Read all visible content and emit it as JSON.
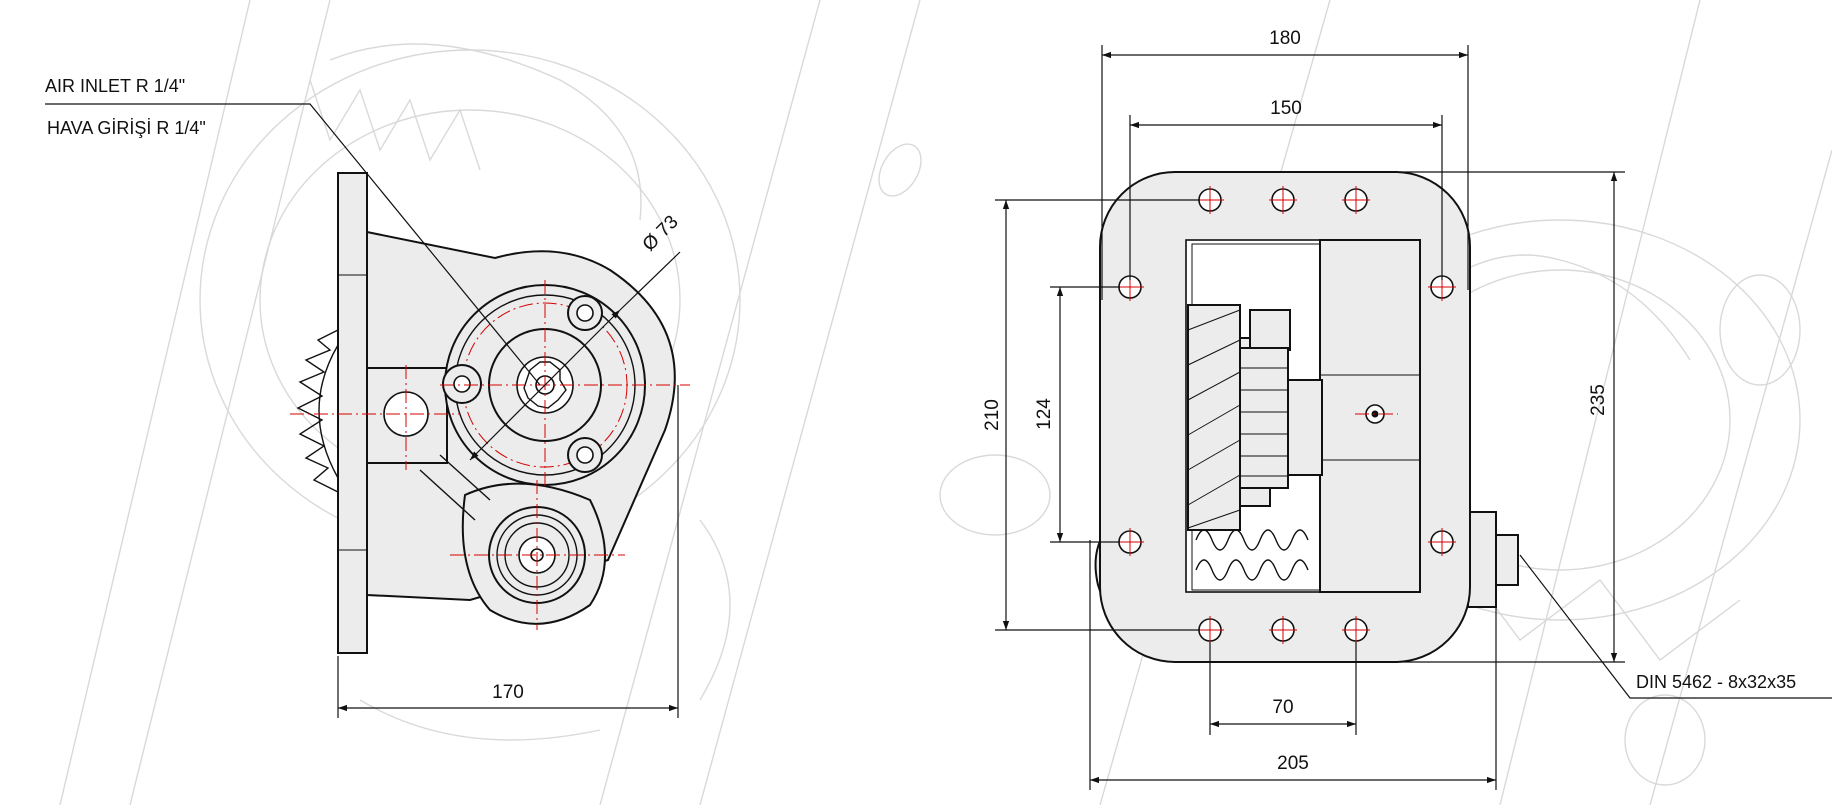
{
  "labels": {
    "air_inlet_en": "AIR INLET R 1/4\"",
    "air_inlet_tr": "HAVA  GİRİŞİ R 1/4\"",
    "shaft_spec": "DIN 5462 - 8x32x35"
  },
  "dimensions": {
    "diameter_73": "Ø 73",
    "width_170": "170",
    "width_180": "180",
    "width_150": "150",
    "height_210": "210",
    "height_124": "124",
    "height_235": "235",
    "width_70": "70",
    "width_205": "205"
  },
  "colors": {
    "outline": "#111111",
    "fill": "#ececec",
    "centerline": "#d40000",
    "background_sketch": "#d9d9d9"
  }
}
